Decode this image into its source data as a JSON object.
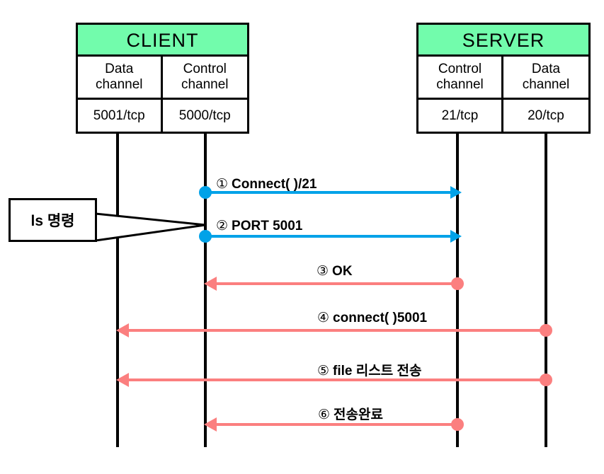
{
  "diagram": {
    "title": "FTP active mode sequence diagram",
    "colors": {
      "header_green": "#72FCAC",
      "arrow_blue": "#00A2E8",
      "arrow_red": "#FB7F7F",
      "line_black": "#000000",
      "background": "#FFFFFF"
    }
  },
  "participants": {
    "client": {
      "title": "CLIENT",
      "columns": [
        {
          "channel": "Data\nchannel",
          "channel_line1": "Data",
          "channel_line2": "channel",
          "port": "5001/tcp"
        },
        {
          "channel": "Control\nchannel",
          "channel_line1": "Control",
          "channel_line2": "channel",
          "port": "5000/tcp"
        }
      ]
    },
    "server": {
      "title": "SERVER",
      "columns": [
        {
          "channel": "Control\nchannel",
          "channel_line1": "Control",
          "channel_line2": "channel",
          "port": "21/tcp"
        },
        {
          "channel": "Data\nchannel",
          "channel_line1": "Data",
          "channel_line2": "channel",
          "port": "20/tcp"
        }
      ]
    }
  },
  "callout": {
    "label": "ls 명령"
  },
  "messages": [
    {
      "number": "①",
      "label": "Connect( )/21",
      "color": "#00A2E8",
      "direction": "right",
      "from": "client-control",
      "to": "server-control"
    },
    {
      "number": "②",
      "label": "PORT 5001",
      "color": "#00A2E8",
      "direction": "right",
      "from": "client-control",
      "to": "server-control"
    },
    {
      "number": "③",
      "label": "OK",
      "color": "#FB7F7F",
      "direction": "left",
      "from": "server-control",
      "to": "client-control"
    },
    {
      "number": "④",
      "label": "connect( )5001",
      "color": "#FB7F7F",
      "direction": "left",
      "from": "server-data",
      "to": "client-data"
    },
    {
      "number": "⑤",
      "label": "file 리스트 전송",
      "color": "#FB7F7F",
      "direction": "left",
      "from": "server-data",
      "to": "client-data"
    },
    {
      "number": "⑥",
      "label": "전송완료",
      "color": "#FB7F7F",
      "direction": "left",
      "from": "server-control",
      "to": "client-control"
    }
  ]
}
